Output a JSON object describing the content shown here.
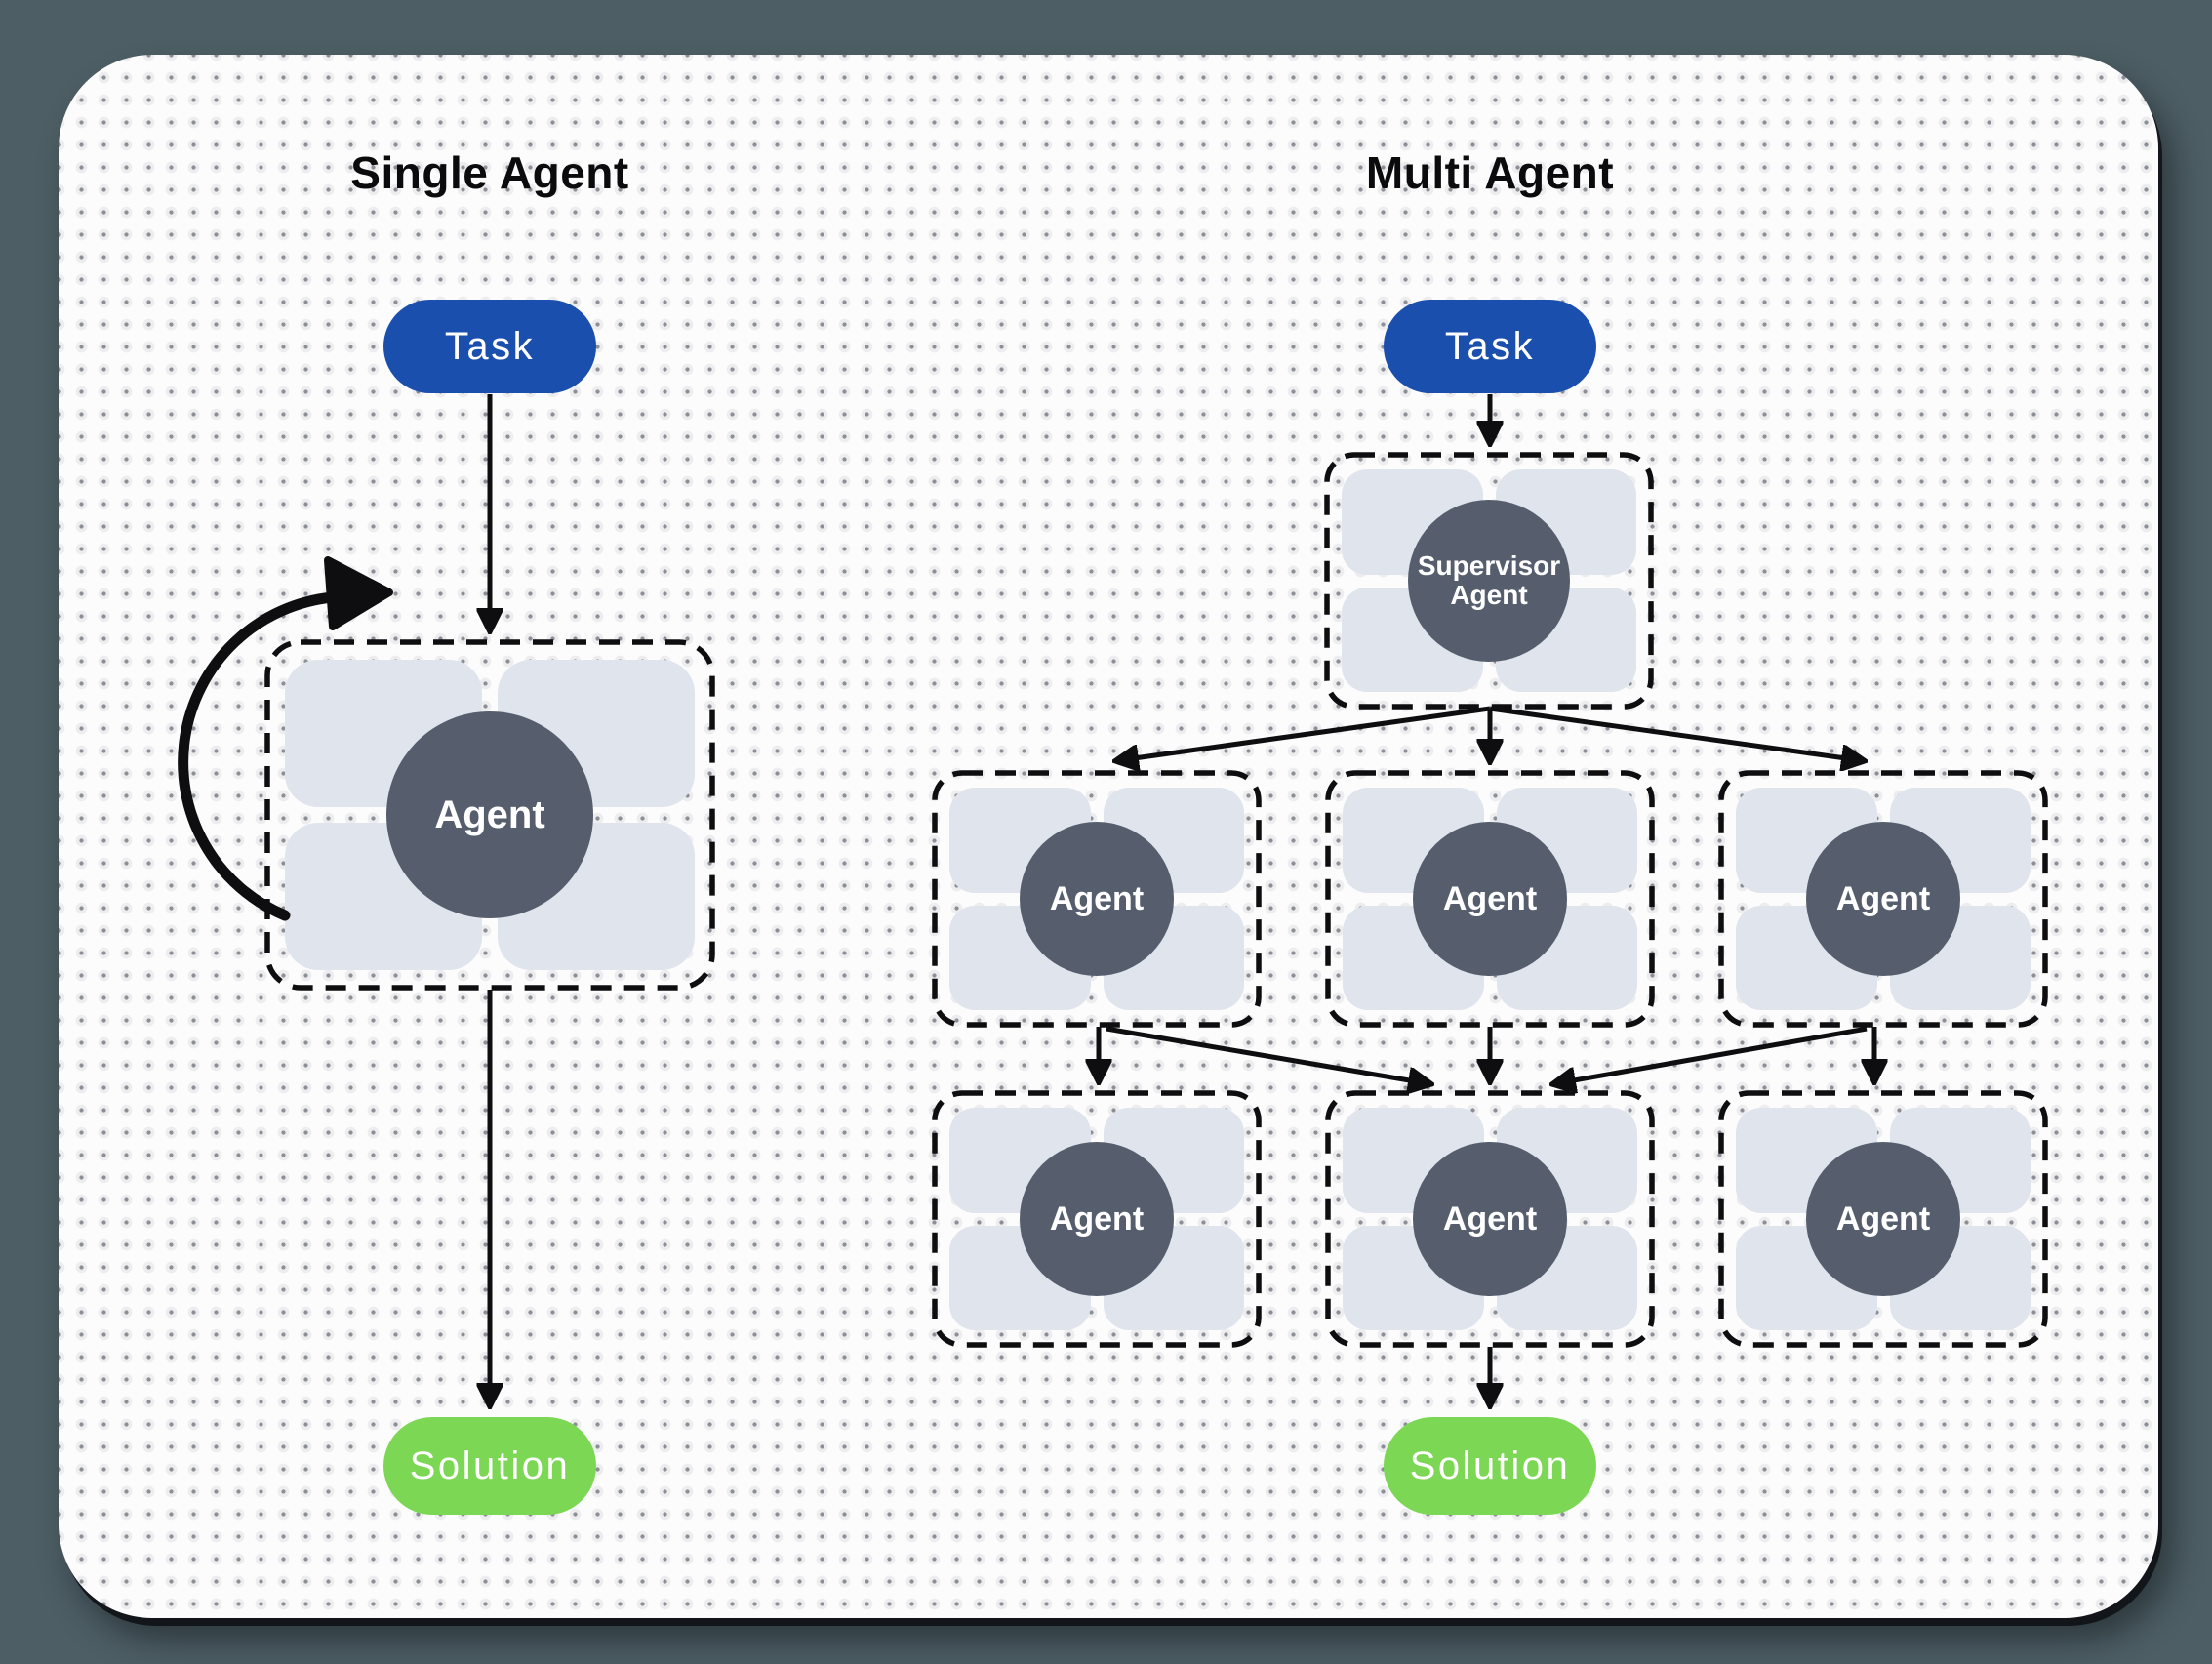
{
  "colors": {
    "page_background": "#4d5e65",
    "card_background": "#fcfcfc",
    "dot": "#8b9097",
    "dot_halo": "#ededf0",
    "task_pill": "#1b4fae",
    "solution_pill": "#7cd755",
    "agent_circle": "#565e6e",
    "module": "#dfe4ed",
    "stroke": "#0e0e10",
    "title_text": "#0b0b0d"
  },
  "single_agent": {
    "title": "Single Agent",
    "task_label": "Task",
    "agent_label": "Agent",
    "solution_label": "Solution"
  },
  "multi_agent": {
    "title": "Multi Agent",
    "task_label": "Task",
    "supervisor": {
      "line1": "Supervisor",
      "line2": "Agent"
    },
    "middle_row": [
      {
        "label": "Agent"
      },
      {
        "label": "Agent"
      },
      {
        "label": "Agent"
      }
    ],
    "bottom_row": [
      {
        "label": "Agent"
      },
      {
        "label": "Agent"
      },
      {
        "label": "Agent"
      }
    ],
    "solution_label": "Solution"
  }
}
